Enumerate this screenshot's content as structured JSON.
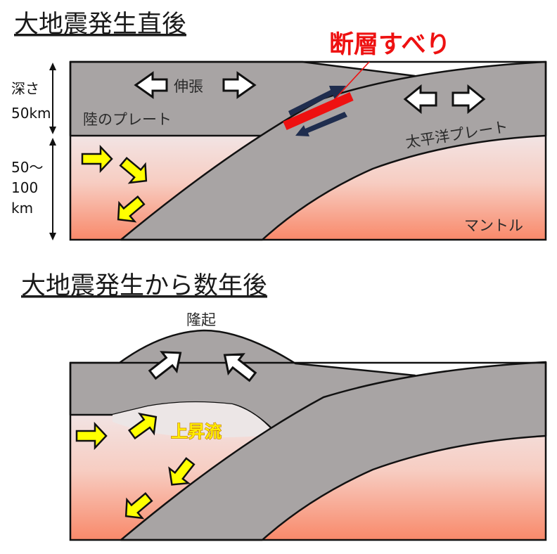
{
  "panel_top": {
    "title": "大地震発生直後",
    "fault_label": "断層すべり",
    "extension_label": "伸張",
    "continental_plate": "陸のプレート",
    "pacific_plate": "太平洋プレート",
    "mantle": "マントル",
    "depth_label_1": "深さ",
    "depth_label_2": "50km",
    "depth_label_3": "50～",
    "depth_label_4": "100",
    "depth_label_5": "km"
  },
  "panel_bottom": {
    "title": "大地震発生から数年後",
    "uplift_label": "隆起",
    "upwelling_label": "上昇流"
  },
  "colors": {
    "plate_gray": "#a8a4a4",
    "mantle_light": "#f2e4e4",
    "mantle_deep": "#f9896a",
    "fault_red": "#ee1111",
    "slip_arrow_navy": "#1f2d4e",
    "flow_arrow_yellow": "#ffff00",
    "upwelling_zone": "#ece6e6"
  }
}
